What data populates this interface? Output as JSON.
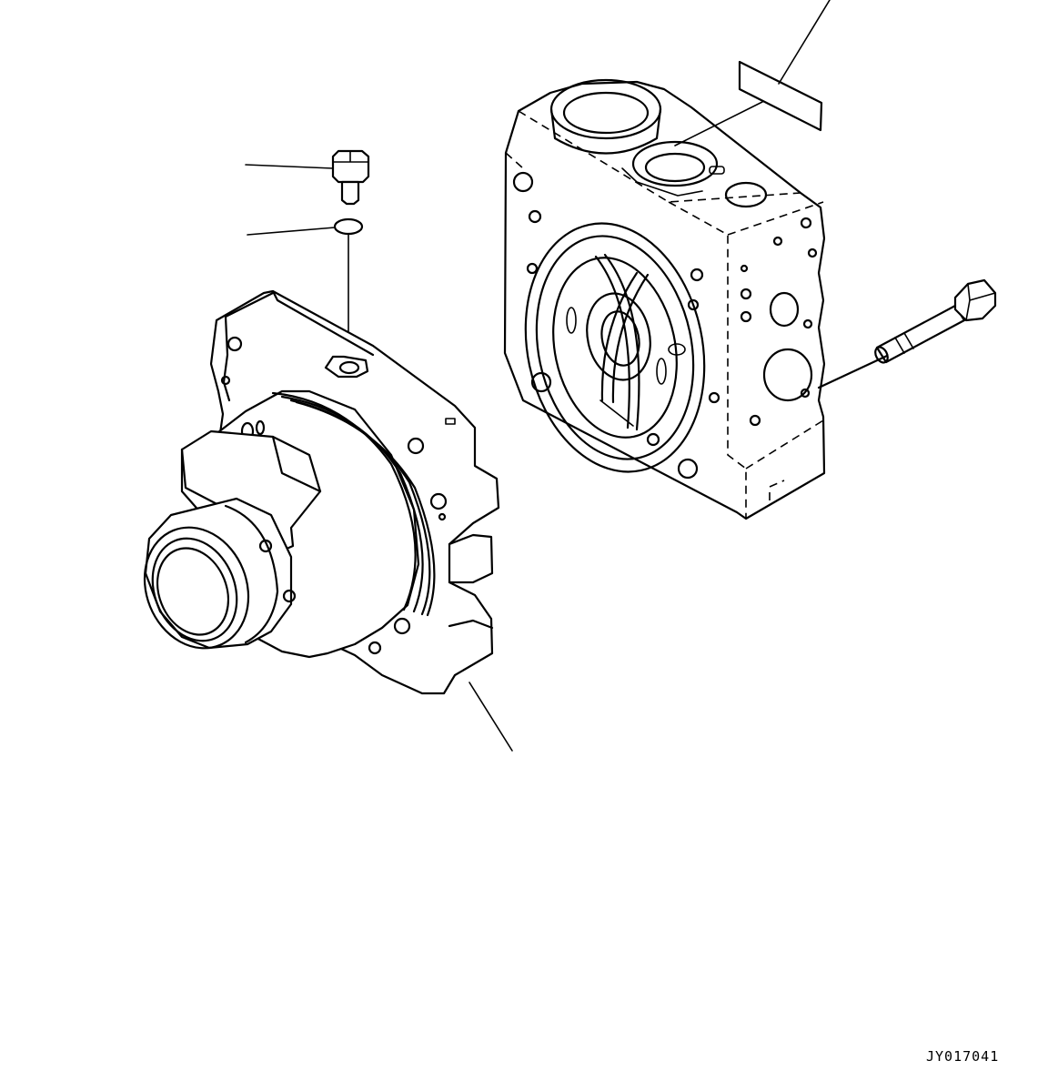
{
  "drawing": {
    "code": "JY017041",
    "line_color": "#000000",
    "background": "#ffffff"
  },
  "parts": [
    {
      "name": "plug"
    },
    {
      "name": "o-ring"
    },
    {
      "name": "pump-case"
    },
    {
      "name": "valve-block"
    },
    {
      "name": "label-plate"
    },
    {
      "name": "mounting-bolt"
    }
  ]
}
